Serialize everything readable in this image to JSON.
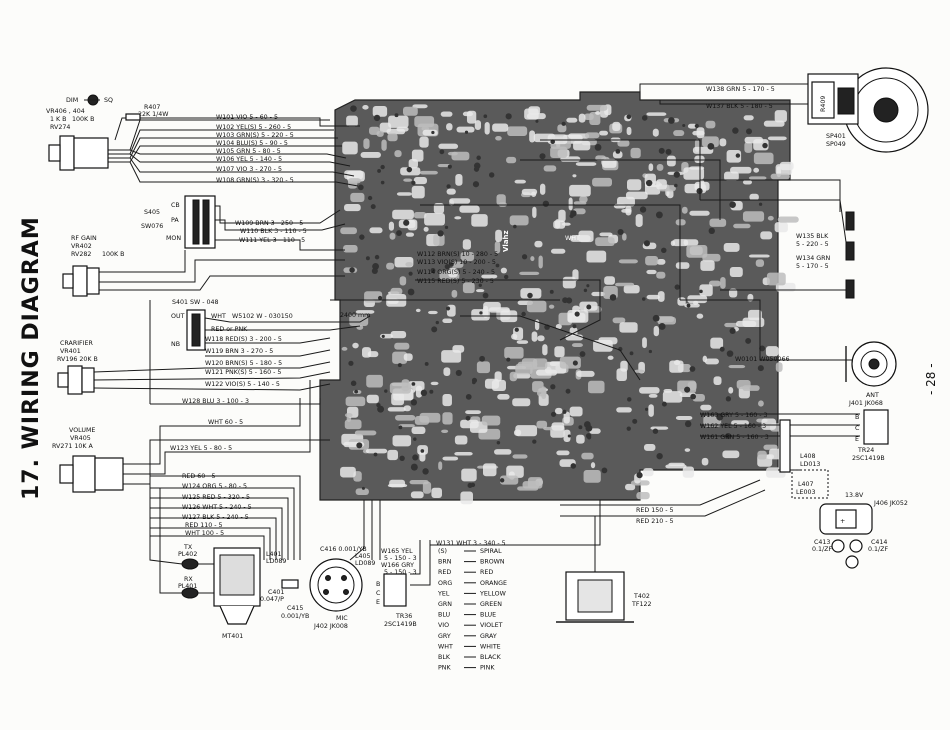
{
  "title": "17.  WIRING DIAGRAM",
  "page_number": "- 28 -",
  "pcb_marks": {
    "brand": "Vlahz",
    "wht": "WHT",
    "wire_2400": "2400 mm"
  },
  "components": {
    "dim": "DIM",
    "sq": "SQ",
    "vr406": "VR406 , 404",
    "vr406_val1": "1 K B",
    "vr406_val2": "100K B",
    "rv274": "RV274",
    "r407": "R407",
    "r407_val": "22K 1/4W",
    "s405": "S405",
    "sw076": "SW076",
    "cb": "CB",
    "pa": "PA",
    "mon": "MON",
    "rfgain": "RF GAIN",
    "vr402": "VR402",
    "rv282": "RV282",
    "rv282_val": "100K B",
    "s401": "S401  SW - 048",
    "out": "OUT",
    "nb": "NB",
    "clarifier": "CRARIFIER",
    "vr401": "VR401",
    "rv196": "RV196  20K B",
    "volume": "VOLUME",
    "vr405": "VR405",
    "rv271": "RV271  10K A",
    "tx": "TX",
    "pl402": "PL402",
    "rx": "RX",
    "pl401": "PL401",
    "mt401": "MT401",
    "l401": "L401",
    "ld089": "LD089",
    "c416": "C416  0.001/YB",
    "l405": "L405",
    "l405_code": "LD089",
    "c401": "C401",
    "c401_val": "0.047/P",
    "c415": "C415",
    "c415_val": "0.001/YB",
    "mic": "MIC",
    "j402": "J402  JK008",
    "tr36": "TR36",
    "tr36_code": "2SC1419B",
    "t402": "T402",
    "tf122": "TF122",
    "r409": "R409",
    "sp401": "SP401",
    "sp049": "SP049",
    "ant": "ANT",
    "j401": "J401  JK068",
    "tr24": "TR24",
    "tr24_code": "2SC1419B",
    "l408": "L408",
    "ld013": "LD013",
    "l407": "L407",
    "le003": "LE003",
    "v138": "13.8V",
    "j406": "J406  JK052",
    "c413": "C413",
    "c413_val": "0.1/ZF",
    "c414": "C414",
    "c414_val": "0.1/ZF",
    "pin_b": "B",
    "pin_c": "C",
    "pin_e": "E"
  },
  "wires_left": [
    "W101   VIO   5 - 60 - 5",
    "W102   YEL(S)  5 - 260 - 5",
    "W103   GRN(S)  5 - 220 - 5",
    "W104   BLU(S)  5 - 90 - 5",
    "W105   GRN   5 - 80 - 5",
    "W106   YEL   5 - 140 - 5",
    "W107   VIO   3 - 270 - 5",
    "W108   GRN(S)  3 - 320 - 5"
  ],
  "wires_s405": [
    "W109   BRN   3 - 250 - 5",
    "W110   BLK   3 - 110 - 5",
    "W111   YEL  3 - 110 - 5"
  ],
  "wires_s401": {
    "wht": "WHT",
    "w5102": "W5102   W - 030150",
    "redpnk": "RED or PNK",
    "w118": "W118   RED(S)   3 - 200 - 5",
    "w119": "W119   BRN      3 - 270 - 5",
    "w120": "W120   BRN(S)   5 - 180 - 5",
    "w121": "W121   PNK(S)   5 - 160 - 5",
    "w122": "W122   VIO(S)   5 - 140 - 5",
    "w128": "W128  BLU  3 - 100 - 3"
  },
  "wires_volume": {
    "wht60": "WHT      60 - 5",
    "w123": "W123    YEL    5 - 80 - 5"
  },
  "wires_tx": [
    "RED    60 - 5",
    "W124   ORG   5 - 80 - 5",
    "W125   RED   5 - 320 - 5",
    "W126   WHT   5 - 240 - 5",
    "W127   BLK   5 - 240 - 5",
    "RED    110 - 5",
    "WHT    100 - 5"
  ],
  "wires_center": [
    "W112   BRN(S)   10 - 280 - 5",
    "W113   VIO(S)   10 - 200 - 5",
    "W114   ORG(S)   5 - 240 - 5",
    "W115   RED(S)   5 - 230 - 5"
  ],
  "wires_right": {
    "w138": "W138   GRN    5 - 170 - 5",
    "w137": "W137   BLK    5 - 180 - 5",
    "w135": "W135  BLK",
    "w135b": "5 - 220 - 5",
    "w134": "W134  GRN",
    "w134b": "5 - 170 - 5",
    "w0101": "W0101   W050066",
    "w163": "W163  GRY   5 - 160 - 3",
    "w162": "W162  YEL   5 - 160 - 3",
    "w161": "W161  GRN   5 - 160 - 3",
    "red150": "RED     150 - 5",
    "red210": "RED     210 - 5",
    "w131": "W131   WHT   3 - 340 - 5",
    "w165": "W165  YEL",
    "w165b": "5 - 150 - 3",
    "w166": "W166  GRY",
    "w166b": "5 - 150 - 3"
  },
  "legend": [
    {
      "code": "(S)",
      "name": "SPIRAL"
    },
    {
      "code": "BRN",
      "name": "BROWN"
    },
    {
      "code": "RED",
      "name": "RED"
    },
    {
      "code": "ORG",
      "name": "ORANGE"
    },
    {
      "code": "YEL",
      "name": "YELLOW"
    },
    {
      "code": "GRN",
      "name": "GREEN"
    },
    {
      "code": "BLU",
      "name": "BLUE"
    },
    {
      "code": "VIO",
      "name": "VIOLET"
    },
    {
      "code": "GRY",
      "name": "GRAY"
    },
    {
      "code": "WHT",
      "name": "WHITE"
    },
    {
      "code": "BLK",
      "name": "BLACK"
    },
    {
      "code": "PNK",
      "name": "PINK"
    }
  ]
}
